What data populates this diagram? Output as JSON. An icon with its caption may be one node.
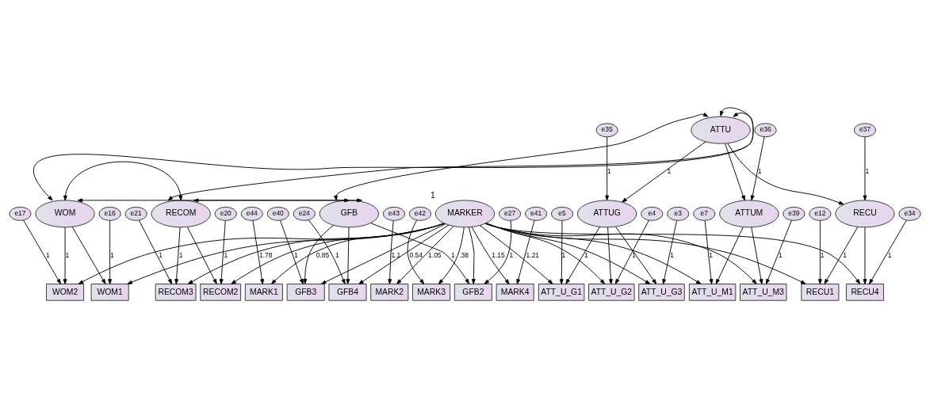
{
  "diagram": {
    "nodes": [
      {
        "text": [
          "e17"
        ]
      },
      {
        "text": [
          "WOM2"
        ]
      },
      {
        "text": [
          "e16"
        ]
      },
      {
        "text": [
          "WOM1"
        ]
      },
      {
        "text": [
          "e21"
        ]
      },
      {
        "text": [
          "RECOM3"
        ]
      },
      {
        "text": [
          "e20"
        ]
      },
      {
        "text": [
          "RECOM2"
        ]
      },
      {
        "text": [
          "e40"
        ]
      },
      {
        "text": [
          "GFB3"
        ]
      },
      {
        "text": [
          "e27"
        ]
      },
      {
        "text": [
          "GFB2"
        ]
      },
      {
        "text": [
          "e24"
        ]
      },
      {
        "text": [
          "GFB4"
        ]
      },
      {
        "text": [
          "e5"
        ]
      },
      {
        "text": [
          "ATT_U_G1"
        ]
      },
      {
        "text": [
          "e4"
        ]
      },
      {
        "text": [
          "ATT_U_G2"
        ]
      },
      {
        "text": [
          "e3"
        ]
      },
      {
        "text": [
          "ATT_U_G3"
        ]
      },
      {
        "text": [
          "e7"
        ]
      },
      {
        "text": [
          "ATT_U_M1"
        ]
      },
      {
        "text": [
          "e39"
        ]
      },
      {
        "text": [
          "ATT_U_M3"
        ]
      },
      {
        "text": [
          "e12"
        ]
      },
      {
        "text": [
          "RECU1"
        ]
      },
      {
        "text": [
          "e34"
        ]
      },
      {
        "text": [
          "RECU4"
        ]
      },
      {
        "text": [
          "e44"
        ]
      },
      {
        "text": [
          "MARK1"
        ]
      },
      {
        "text": [
          "e43"
        ]
      },
      {
        "text": [
          "MARK2"
        ]
      },
      {
        "text": [
          "e42"
        ]
      },
      {
        "text": [
          "MARK3"
        ]
      },
      {
        "text": [
          "e41"
        ]
      },
      {
        "text": [
          "MARK4"
        ]
      },
      {
        "text": [
          "WOM"
        ]
      },
      {
        "text": [
          "RECOM"
        ]
      },
      {
        "text": [
          "GFB"
        ]
      },
      {
        "text": [
          "ATTUG"
        ]
      },
      {
        "text": [
          "e35"
        ]
      },
      {
        "text": [
          "ATTUM"
        ]
      },
      {
        "text": [
          "e36"
        ]
      },
      {
        "text": [
          "ATTU"
        ]
      },
      {
        "text": [
          "RECU"
        ]
      },
      {
        "text": [
          "e37"
        ]
      },
      {
        "text": [
          "MARKER"
        ],
        "beside": [
          "1"
        ]
      }
    ],
    "edges": [
      {
        "from": 0,
        "to": 1,
        "arrow": "to",
        "label": "1"
      },
      {
        "from": 2,
        "to": 3,
        "arrow": "to",
        "label": "1"
      },
      {
        "from": 4,
        "to": 5,
        "arrow": "to",
        "label": "1"
      },
      {
        "from": 6,
        "to": 7,
        "arrow": "to",
        "label": "1"
      },
      {
        "from": 8,
        "to": 9,
        "arrow": "to",
        "label": "1"
      },
      {
        "from": 10,
        "to": 11,
        "arrow": "to",
        "label": "1"
      },
      {
        "from": 12,
        "to": 13,
        "arrow": "to",
        "label": "1"
      },
      {
        "from": 14,
        "to": 15,
        "arrow": "to",
        "label": "1"
      },
      {
        "from": 16,
        "to": 17,
        "arrow": "to",
        "label": "1"
      },
      {
        "from": 18,
        "to": 19,
        "arrow": "to",
        "label": "1"
      },
      {
        "from": 20,
        "to": 21,
        "arrow": "to",
        "label": "1"
      },
      {
        "from": 22,
        "to": 23,
        "arrow": "to",
        "label": "1"
      },
      {
        "from": 24,
        "to": 25,
        "arrow": "to",
        "label": "1"
      },
      {
        "from": 26,
        "to": 27,
        "arrow": "to",
        "label": "1"
      },
      {
        "from": 28,
        "to": 29,
        "arrow": "to",
        "label": "1.78"
      },
      {
        "from": 30,
        "to": 31,
        "arrow": "to",
        "label": "1.1"
      },
      {
        "from": 32,
        "to": 33,
        "arrow": "to",
        "label": "0.54"
      },
      {
        "from": 34,
        "to": 35,
        "arrow": "to",
        "label": "1.21"
      },
      {
        "from": 36,
        "to": 1,
        "arrow": "to",
        "label": "1"
      },
      {
        "from": 36,
        "to": 3,
        "arrow": "to"
      },
      {
        "from": 37,
        "to": 5,
        "arrow": "to",
        "label": "1"
      },
      {
        "from": 37,
        "to": 7,
        "arrow": "to"
      },
      {
        "from": 38,
        "to": 9,
        "arrow": "to"
      },
      {
        "from": 38,
        "to": 11,
        "arrow": "to",
        "label": "1"
      },
      {
        "from": 38,
        "to": 13,
        "arrow": "to"
      },
      {
        "from": 39,
        "to": 15,
        "arrow": "to",
        "label": "1"
      },
      {
        "from": 39,
        "to": 17,
        "arrow": "to"
      },
      {
        "from": 39,
        "to": 19,
        "arrow": "to"
      },
      {
        "from": 41,
        "to": 21,
        "arrow": "to"
      },
      {
        "from": 41,
        "to": 23,
        "arrow": "to"
      },
      {
        "from": 44,
        "to": 25,
        "arrow": "to",
        "label": "1"
      },
      {
        "from": 44,
        "to": 27,
        "arrow": "to"
      },
      {
        "from": 46,
        "to": 1,
        "arrow": "to"
      },
      {
        "from": 46,
        "to": 3,
        "arrow": "to"
      },
      {
        "from": 46,
        "to": 5,
        "arrow": "to"
      },
      {
        "from": 46,
        "to": 7,
        "arrow": "to"
      },
      {
        "from": 46,
        "to": 9,
        "arrow": "to"
      },
      {
        "from": 46,
        "to": 11,
        "arrow": "to"
      },
      {
        "from": 46,
        "to": 13,
        "arrow": "to"
      },
      {
        "from": 46,
        "to": 15,
        "arrow": "to"
      },
      {
        "from": 46,
        "to": 17,
        "arrow": "to"
      },
      {
        "from": 46,
        "to": 19,
        "arrow": "to"
      },
      {
        "from": 46,
        "to": 21,
        "arrow": "to"
      },
      {
        "from": 46,
        "to": 23,
        "arrow": "to"
      },
      {
        "from": 46,
        "to": 25,
        "arrow": "to"
      },
      {
        "from": 46,
        "to": 27,
        "arrow": "to"
      },
      {
        "from": 46,
        "to": 29,
        "arrow": "to",
        "label": "0.85"
      },
      {
        "from": 46,
        "to": 31,
        "arrow": "to",
        "label": "1.05"
      },
      {
        "from": 46,
        "to": 33,
        "arrow": "to",
        "label": ".38"
      },
      {
        "from": 46,
        "to": 35,
        "arrow": "to",
        "label": "1.15"
      },
      {
        "from": 43,
        "to": 39,
        "arrow": "to",
        "label": "1"
      },
      {
        "from": 43,
        "to": 41,
        "arrow": "to"
      },
      {
        "from": 43,
        "to": 44,
        "arrow": "to"
      },
      {
        "from": 40,
        "to": 39,
        "arrow": "to",
        "label": "1"
      },
      {
        "from": 42,
        "to": 41,
        "arrow": "to",
        "label": "1"
      },
      {
        "from": 45,
        "to": 44,
        "arrow": "to",
        "label": "1"
      },
      {
        "from": 36,
        "to": 37,
        "arrow": "both"
      },
      {
        "from": 36,
        "to": 38,
        "arrow": "both"
      },
      {
        "from": 36,
        "to": 43,
        "arrow": "both"
      },
      {
        "from": 37,
        "to": 38,
        "arrow": "both"
      },
      {
        "from": 37,
        "to": 43,
        "arrow": "both"
      },
      {
        "from": 38,
        "to": 43,
        "arrow": "both"
      }
    ]
  }
}
